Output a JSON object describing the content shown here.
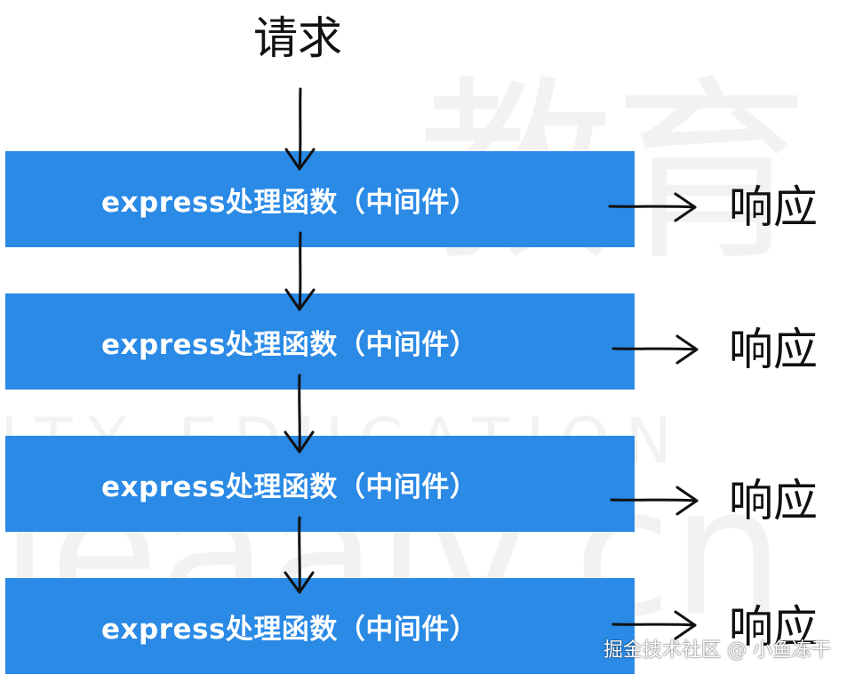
{
  "request_label": "请求",
  "middleware_boxes": [
    {
      "label": "express处理函数（中间件）",
      "response": "响应"
    },
    {
      "label": "express处理函数（中间件）",
      "response": "响应"
    },
    {
      "label": "express处理函数（中间件）",
      "response": "响应"
    },
    {
      "label": "express处理函数（中间件）",
      "response": "响应"
    }
  ],
  "watermark": {
    "line1": "教育",
    "line2": "ITY EDUCATION",
    "line3": "leaaiv.cn"
  },
  "credit": "掘金技术社区 @ 小鱼冻干",
  "colors": {
    "box_fill": "#2a8ae6",
    "box_text": "#ffffff",
    "arrow": "#111111",
    "text": "#111111"
  }
}
